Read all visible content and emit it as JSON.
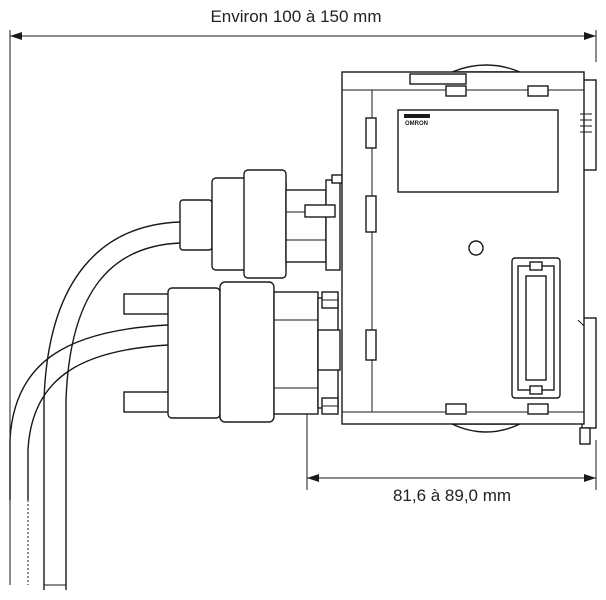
{
  "dimensions": {
    "overall_width": "Environ 100 à 150 mm",
    "module_depth": "81,6 à 89,0 mm"
  },
  "module": {
    "brand_mark": "OMRON"
  }
}
